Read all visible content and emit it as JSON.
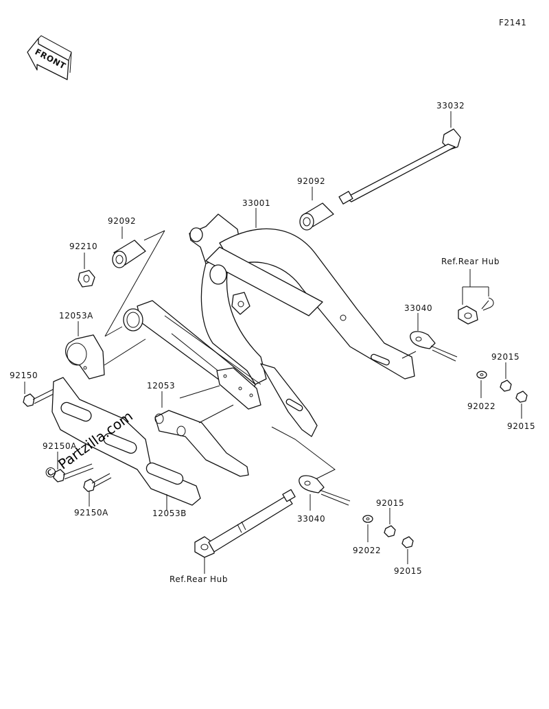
{
  "figure_id": "F2141",
  "front_label": "FRONT",
  "watermark": "© Partzilla.com",
  "labels": {
    "p33032": "33032",
    "p92092_right": "92092",
    "p33001": "33001",
    "p92092_left": "92092",
    "p92210": "92210",
    "p12053A": "12053A",
    "p92150": "92150",
    "p12053": "12053",
    "p92150A_top": "92150A",
    "p92150A_bottom": "92150A",
    "p12053B": "12053B",
    "ref_rear_hub_top": "Ref.Rear Hub",
    "p33040_top": "33040",
    "p92015_a": "92015",
    "p92022_top": "92022",
    "p92015_b": "92015",
    "p33040_bottom": "33040",
    "p92015_c": "92015",
    "p92022_bottom": "92022",
    "p92015_d": "92015",
    "ref_rear_hub_bottom": "Ref.Rear Hub"
  }
}
